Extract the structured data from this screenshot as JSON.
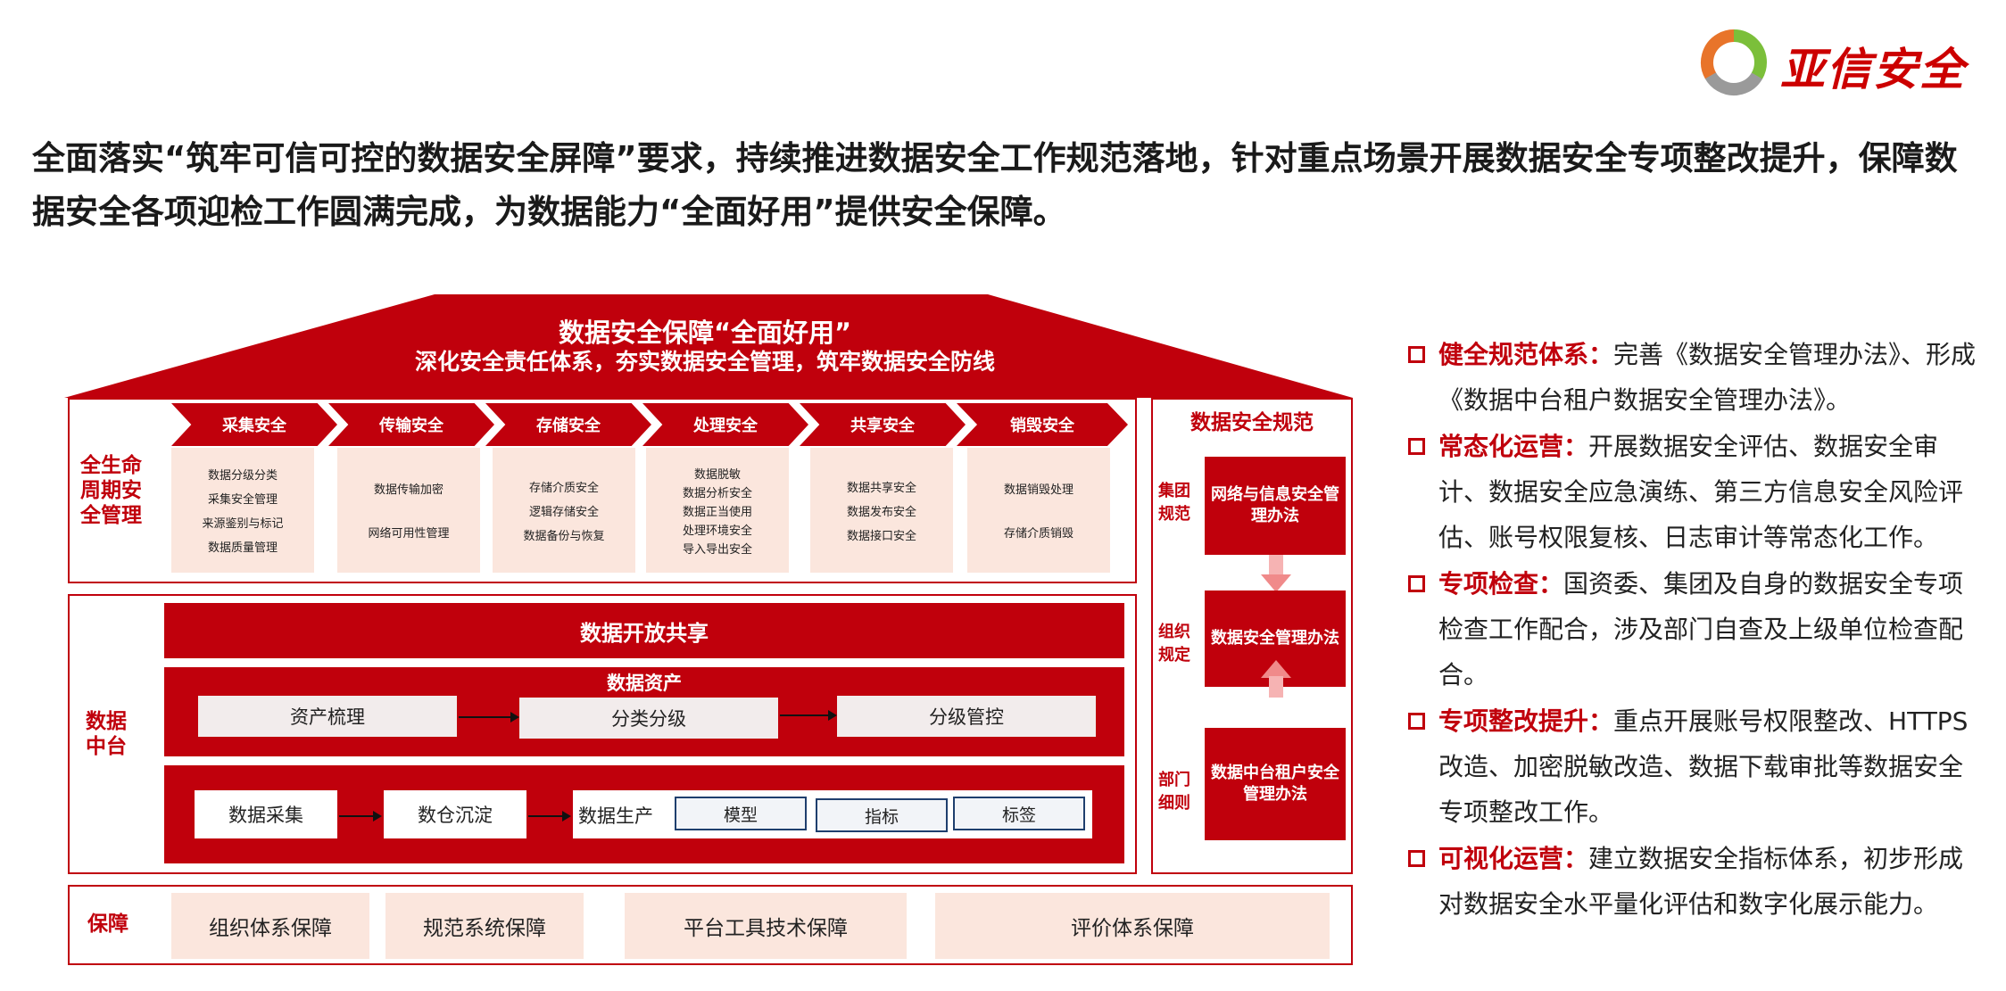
{
  "logo": {
    "text": "亚信安全"
  },
  "headline": "全面落实“筑牢可信可控的数据安全屏障”要求，持续推进数据安全工作规范落地，针对重点场景开展数据安全专项整改提升，保障数据安全各项迎检工作圆满完成，为数据能力“全面好用”提供安全保障。",
  "roof": {
    "line1": "数据安全保障“全面好用”",
    "line2": "深化安全责任体系，夯实数据安全管理，筑牢数据安全防线"
  },
  "lifecycle": {
    "label": "全生命周期安全管理",
    "stages": [
      {
        "name": "采集安全",
        "items": [
          "数据分级分类",
          "采集安全管理",
          "来源鉴别与标记",
          "数据质量管理"
        ]
      },
      {
        "name": "传输安全",
        "items": [
          "数据传输加密",
          "网络可用性管理"
        ]
      },
      {
        "name": "存储安全",
        "items": [
          "存储介质安全",
          "逻辑存储安全",
          "数据备份与恢复"
        ]
      },
      {
        "name": "处理安全",
        "items": [
          "数据脱敏",
          "数据分析安全",
          "数据正当使用",
          "处理环境安全",
          "导入导出安全"
        ]
      },
      {
        "name": "共享安全",
        "items": [
          "数据共享安全",
          "数据发布安全",
          "数据接口安全"
        ]
      },
      {
        "name": "销毁安全",
        "items": [
          "数据销毁处理",
          "存储介质销毁"
        ]
      }
    ]
  },
  "platform": {
    "label": "数据中台",
    "open_share": "数据开放共享",
    "assets": {
      "title": "数据资产",
      "steps": [
        "资产梳理",
        "分类分级",
        "分级管控"
      ]
    },
    "production": {
      "steps": [
        "数据采集",
        "数仓沉淀"
      ],
      "prod_label": "数据生产",
      "tags": [
        "模型",
        "指标",
        "标签"
      ]
    }
  },
  "norms": {
    "title": "数据安全规范",
    "rows": [
      {
        "label": "集团规范",
        "box": "网络与信息安全管理办法"
      },
      {
        "label": "组织规定",
        "box": "数据安全管理办法"
      },
      {
        "label": "部门细则",
        "box": "数据中台租户安全管理办法"
      }
    ]
  },
  "guarantee": {
    "label": "保障",
    "items": [
      "组织体系保障",
      "规范系统保障",
      "平台工具技术保障",
      "评价体系保障"
    ]
  },
  "bullets": [
    {
      "title": "健全规范体系",
      "text": "完善《数据安全管理办法》、形成《数据中台租户数据安全管理办法》。"
    },
    {
      "title": "常态化运营",
      "text": "开展数据安全评估、数据安全审计、数据安全应急演练、第三方信息安全风险评估、账号权限复核、日志审计等常态化工作。"
    },
    {
      "title": "专项检查",
      "text": "国资委、集团及自身的数据安全专项检查工作配合，涉及部门自查及上级单位检查配合。"
    },
    {
      "title": "专项整改提升",
      "text": "重点开展账号权限整改、HTTPS改造、加密脱敏改造、数据下载审批等数据安全专项整改工作。"
    },
    {
      "title": "可视化运营",
      "text": "建立数据安全指标体系，初步形成对数据安全水平量化评估和数字化展示能力。"
    }
  ],
  "colors": {
    "accent": "#c0000c",
    "light": "#fbe6dd",
    "navy": "#1f3f6e"
  }
}
